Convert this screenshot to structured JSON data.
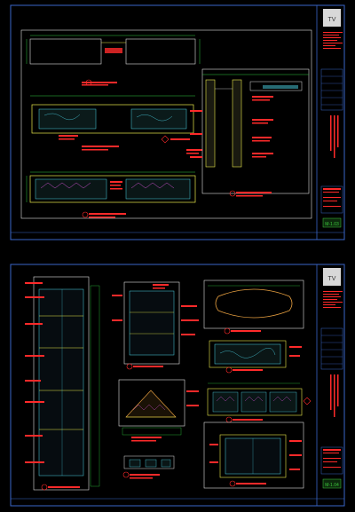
{
  "sheets": [
    {
      "logo_text": "TV",
      "title_block_badge": "M-1.03"
    },
    {
      "logo_text": "TV",
      "title_block_badge": "M-1.04"
    }
  ],
  "colors": {
    "background": "#000000",
    "frame": "#3a66c9",
    "line_green": "#2ecc40",
    "line_yellow": "#e8e84a",
    "line_white": "#e0e0e0",
    "annotation_red": "#ff2a2a",
    "cyan": "#4dd6e8",
    "magenta": "#d050d0",
    "badge_green": "#3ec83e"
  }
}
